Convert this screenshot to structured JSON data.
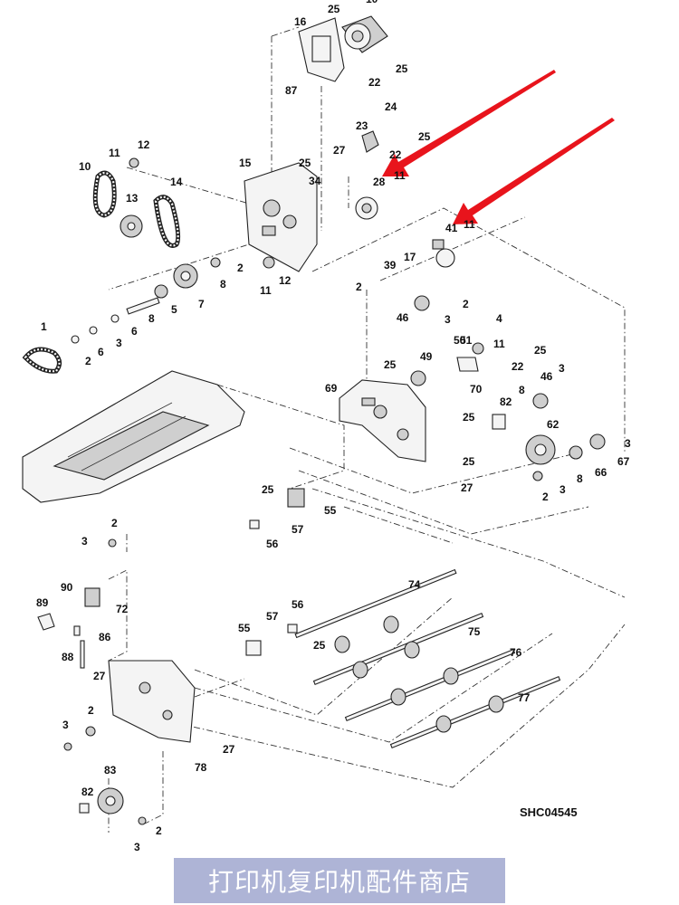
{
  "drawing_code": "SHC04545",
  "footer_text": "打印机复印机配件商店",
  "highlight_color": "#e8141c",
  "callouts": [
    "16",
    "25",
    "10",
    "87",
    "22",
    "25",
    "24",
    "23",
    "25",
    "12",
    "11",
    "27",
    "22",
    "10",
    "15",
    "25",
    "34",
    "11",
    "28",
    "13",
    "14",
    "41",
    "11",
    "17",
    "39",
    "2",
    "8",
    "2",
    "11",
    "12",
    "5",
    "7",
    "2",
    "3",
    "46",
    "8",
    "4",
    "6",
    "11",
    "51",
    "1",
    "2",
    "6",
    "3",
    "50",
    "25",
    "49",
    "25",
    "22",
    "69",
    "70",
    "46",
    "3",
    "82",
    "8",
    "25",
    "62",
    "3",
    "25",
    "66",
    "67",
    "2",
    "3",
    "8",
    "27",
    "25",
    "55",
    "57",
    "56",
    "2",
    "3",
    "90",
    "72",
    "89",
    "86",
    "74",
    "56",
    "57",
    "55",
    "25",
    "75",
    "88",
    "27",
    "76",
    "2",
    "77",
    "3",
    "78",
    "27",
    "83",
    "82",
    "2",
    "3"
  ]
}
